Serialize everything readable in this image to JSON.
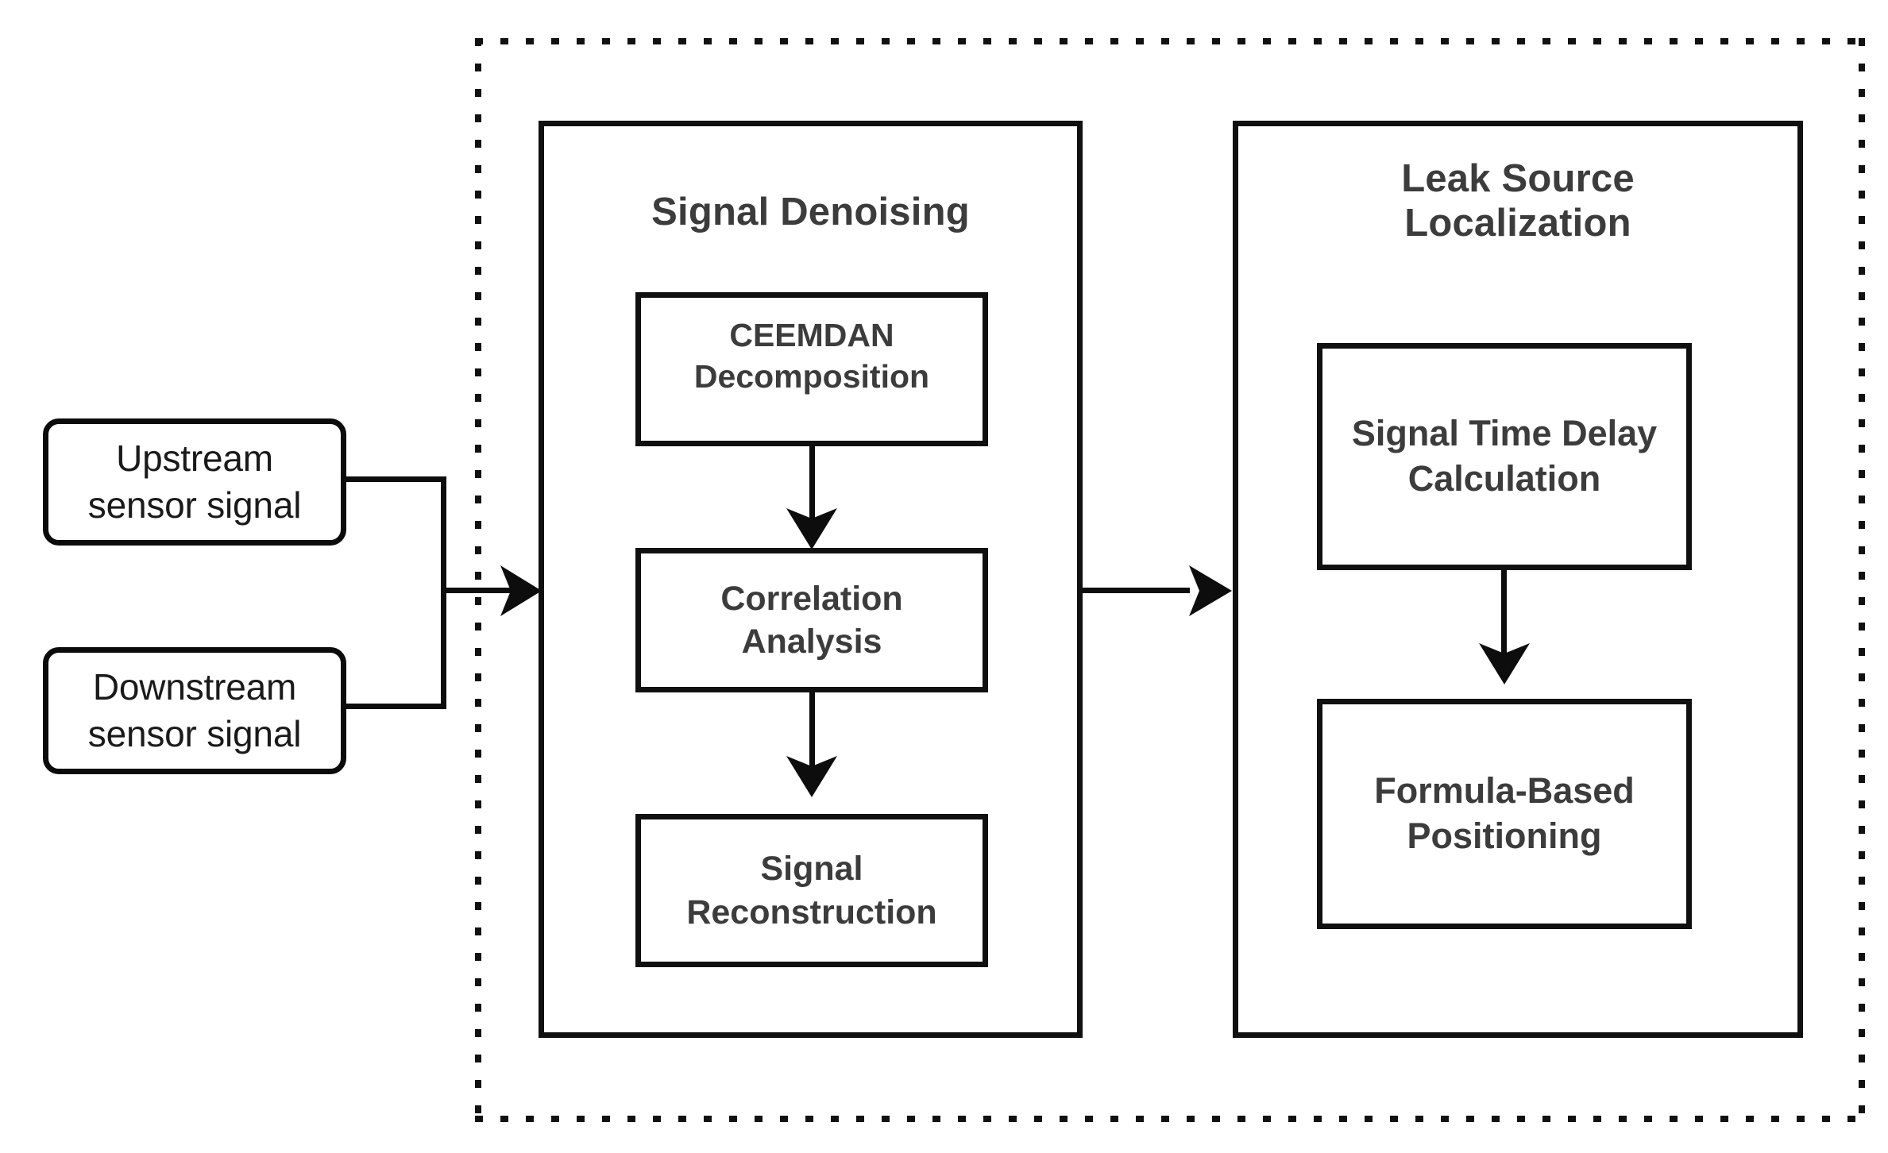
{
  "diagram": {
    "title_visible": false,
    "colors": {
      "stroke": "#101010",
      "text": "#3c3c3c",
      "input_text": "#1a1a1a",
      "background": "#ffffff"
    },
    "inputs": [
      {
        "id": "upstream",
        "label": "Upstream\nsensor signal"
      },
      {
        "id": "downstream",
        "label": "Downstream\nsensor signal"
      }
    ],
    "stages": [
      {
        "id": "signal-denoising",
        "title": "Signal Denoising",
        "steps": [
          {
            "id": "ceemdan-decomposition",
            "label": "CEEMDAN\nDecomposition"
          },
          {
            "id": "correlation-analysis",
            "label": "Correlation\nAnalysis"
          },
          {
            "id": "signal-reconstruction",
            "label": "Signal\nReconstruction"
          }
        ]
      },
      {
        "id": "leak-source-localization",
        "title": "Leak Source\nLocalization",
        "steps": [
          {
            "id": "signal-time-delay-calculation",
            "label": "Signal Time Delay\nCalculation"
          },
          {
            "id": "formula-based-positioning",
            "label": "Formula-Based\nPositioning"
          }
        ]
      }
    ],
    "icons": {
      "arrow_down": "arrow-down-icon",
      "arrow_right": "arrow-right-icon"
    }
  }
}
